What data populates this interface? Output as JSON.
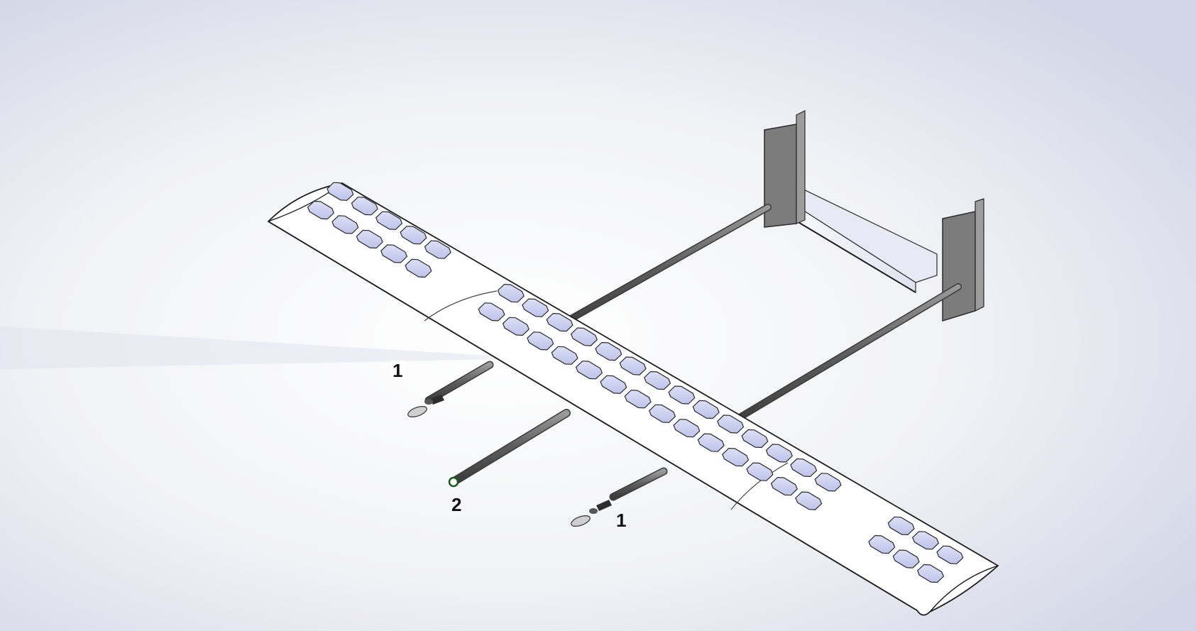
{
  "callouts": {
    "propeller_left": "1",
    "propeller_right": "1",
    "boom_center": "2"
  },
  "colors": {
    "background_light": "#ffffff",
    "background_shade": "#d3d7e6",
    "wing_surface": "#ffffff",
    "outline": "#1e1e1e",
    "solar_cell": "#c9cdee",
    "boom": "#6e6e6e",
    "fin": "#7c7c7c"
  }
}
